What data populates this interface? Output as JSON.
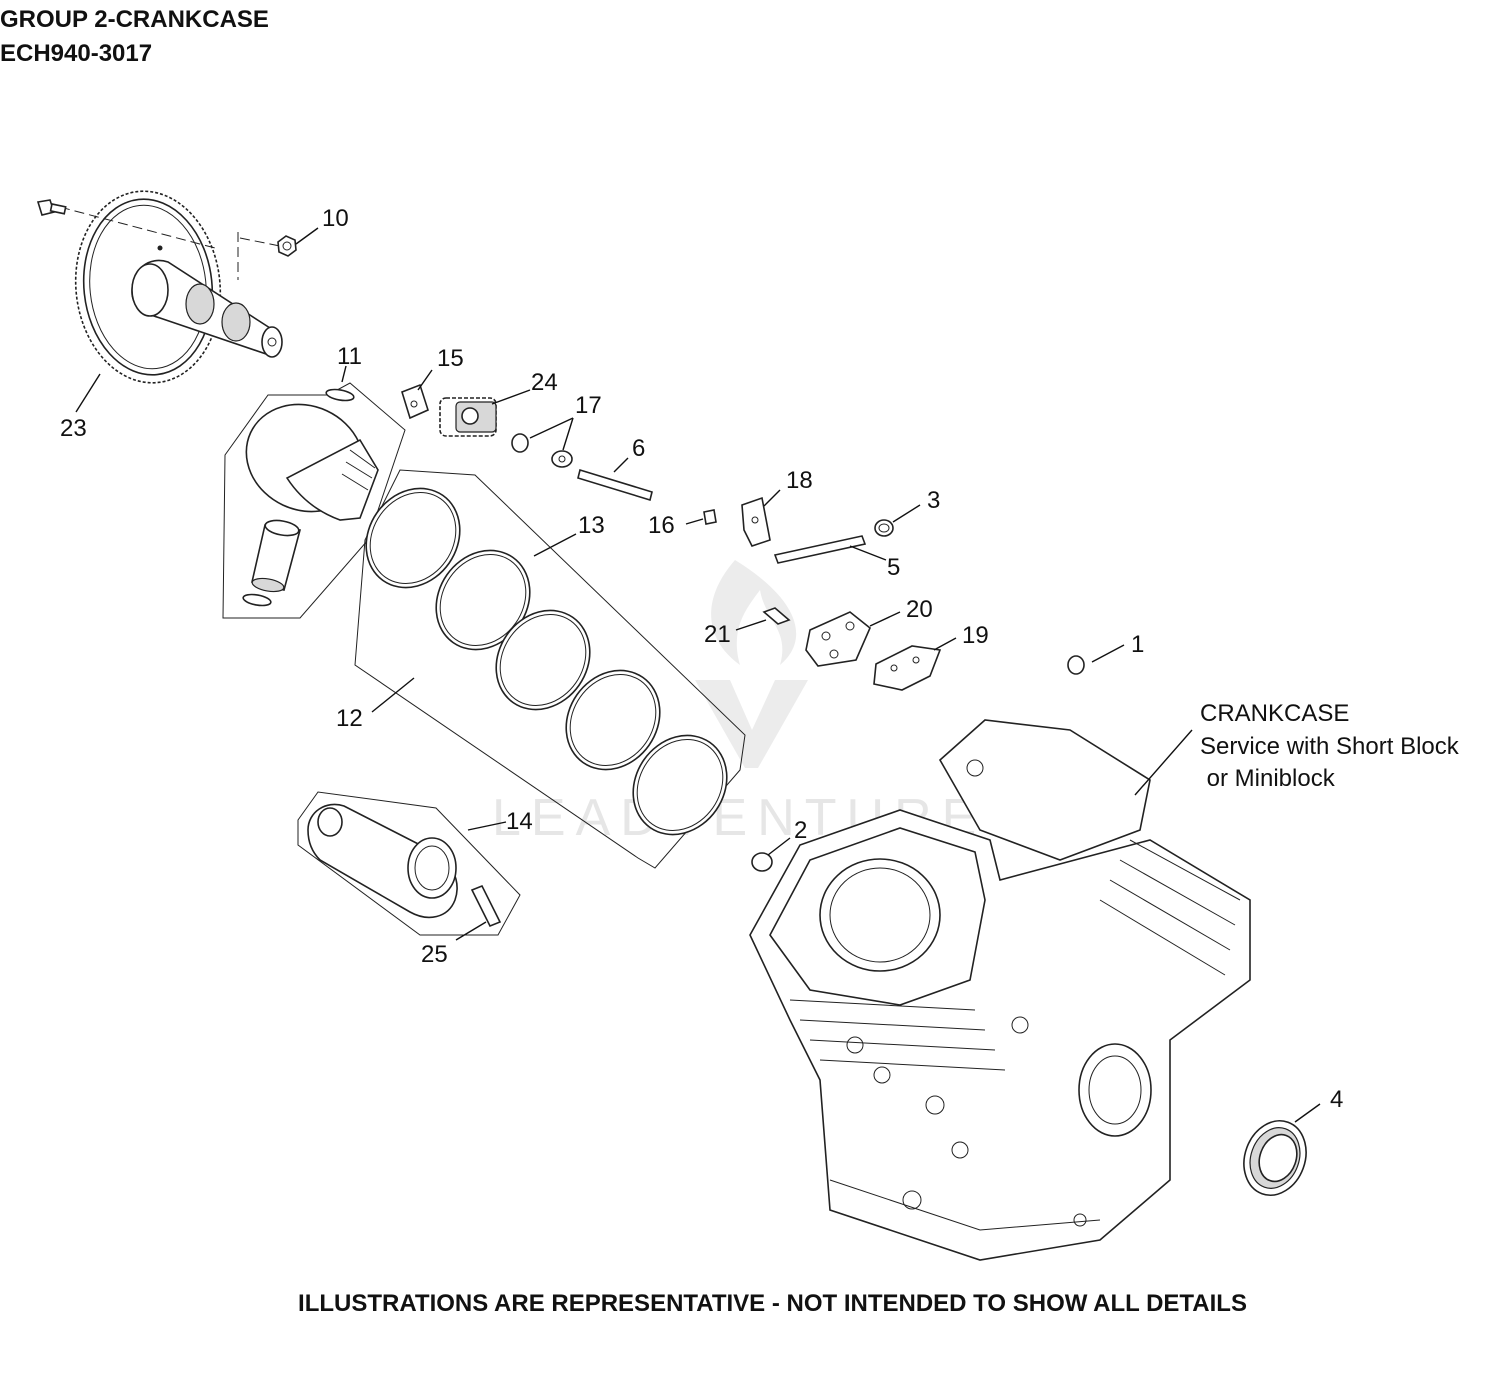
{
  "header": {
    "title": "GROUP 2-CRANKCASE",
    "model": "ECH940-3017"
  },
  "watermark": "LEADVENTURE",
  "callouts": [
    "10",
    "11",
    "15",
    "24",
    "17",
    "6",
    "23",
    "18",
    "3",
    "16",
    "13",
    "5",
    "20",
    "21",
    "19",
    "1",
    "12",
    "2",
    "14",
    "25",
    "4"
  ],
  "crankcase_note": {
    "line1": "CRANKCASE",
    "line2": "Service with Short Block",
    "line3": " or Miniblock"
  },
  "footer": "ILLUSTRATIONS ARE REPRESENTATIVE - NOT INTENDED TO SHOW ALL DETAILS"
}
